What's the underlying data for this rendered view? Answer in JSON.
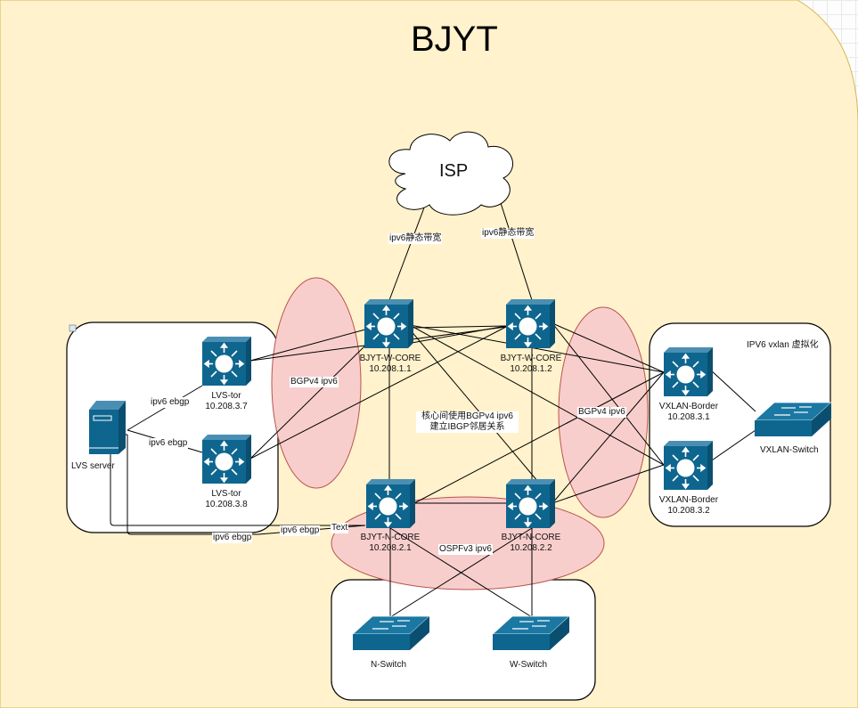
{
  "title": "BJYT",
  "colors": {
    "background": "#fff2cc",
    "background_border": "#d6b656",
    "device_blue": "#0e668f",
    "ellipse_fill": "#f8cecc",
    "ellipse_border": "#b85450",
    "group_fill": "#ffffff"
  },
  "cloud": {
    "label": "ISP",
    "icon": "cloud-icon"
  },
  "devices": {
    "w_core_1": {
      "name": "BJYT-W-CORE",
      "ip": "10.208.1.1",
      "icon": "l3-switch-icon"
    },
    "w_core_2": {
      "name": "BJYT-W-CORE",
      "ip": "10.208.1.2",
      "icon": "l3-switch-icon"
    },
    "n_core_1": {
      "name": "BJYT-N-CORE",
      "ip": "10.208.2.1",
      "icon": "l3-switch-icon"
    },
    "n_core_2": {
      "name": "BJYT-N-CORE",
      "ip": "10.208.2.2",
      "icon": "l3-switch-icon"
    },
    "lvs_tor_1": {
      "name": "LVS-tor",
      "ip": "10.208.3.7",
      "icon": "l3-switch-icon"
    },
    "lvs_tor_2": {
      "name": "LVS-tor",
      "ip": "10.208.3.8",
      "icon": "l3-switch-icon"
    },
    "vxlan_border_1": {
      "name": "VXLAN-Border",
      "ip": "10.208.3.1",
      "icon": "l3-switch-icon"
    },
    "vxlan_border_2": {
      "name": "VXLAN-Border",
      "ip": "10.208.3.2",
      "icon": "l3-switch-icon"
    },
    "lvs_server": {
      "name": "LVS server",
      "icon": "server-icon"
    },
    "vxlan_switch": {
      "name": "VXLAN-Switch",
      "icon": "l2-switch-icon"
    },
    "n_switch": {
      "name": "N-Switch",
      "icon": "l2-switch-icon"
    },
    "w_switch": {
      "name": "W-Switch",
      "icon": "l2-switch-icon"
    }
  },
  "link_labels": {
    "isp_left": "ipv6静态带宽",
    "isp_right": "ipv6静态带宽",
    "lvs_ebgp_1": "ipv6 ebgp",
    "lvs_ebgp_2": "ipv6 ebgp",
    "bottom_ebgp_1": "ipv6 ebgp",
    "bottom_ebgp_2": "ipv6 ebgp",
    "text_placeholder": "Text"
  },
  "zones": {
    "left_bgp": "BGPv4 ipv6",
    "right_bgp": "BGPv4 ipv6",
    "ospf": "OSPFv3 ipv6",
    "core_note_line1": "核心间使用BGPv4 ipv6",
    "core_note_line2": "建立IBGP邻居关系",
    "vxlan_group": "IPV6 vxlan 虚拟化"
  }
}
